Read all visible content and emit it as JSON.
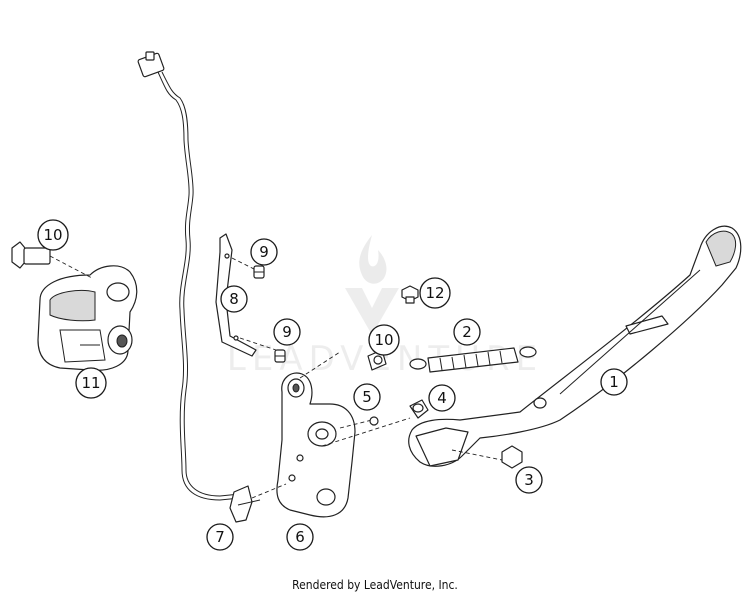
{
  "callouts": [
    {
      "id": "1",
      "label": "1"
    },
    {
      "id": "2",
      "label": "2"
    },
    {
      "id": "3",
      "label": "3"
    },
    {
      "id": "4",
      "label": "4"
    },
    {
      "id": "5",
      "label": "5"
    },
    {
      "id": "6",
      "label": "6"
    },
    {
      "id": "7",
      "label": "7"
    },
    {
      "id": "8",
      "label": "8"
    },
    {
      "id": "9a",
      "label": "9"
    },
    {
      "id": "9b",
      "label": "9"
    },
    {
      "id": "10a",
      "label": "10"
    },
    {
      "id": "10b",
      "label": "10"
    },
    {
      "id": "11",
      "label": "11"
    },
    {
      "id": "12",
      "label": "12"
    }
  ],
  "watermark": {
    "text": "LEADVENTURE"
  },
  "footer": {
    "credit": "Rendered by LeadVenture, Inc."
  }
}
